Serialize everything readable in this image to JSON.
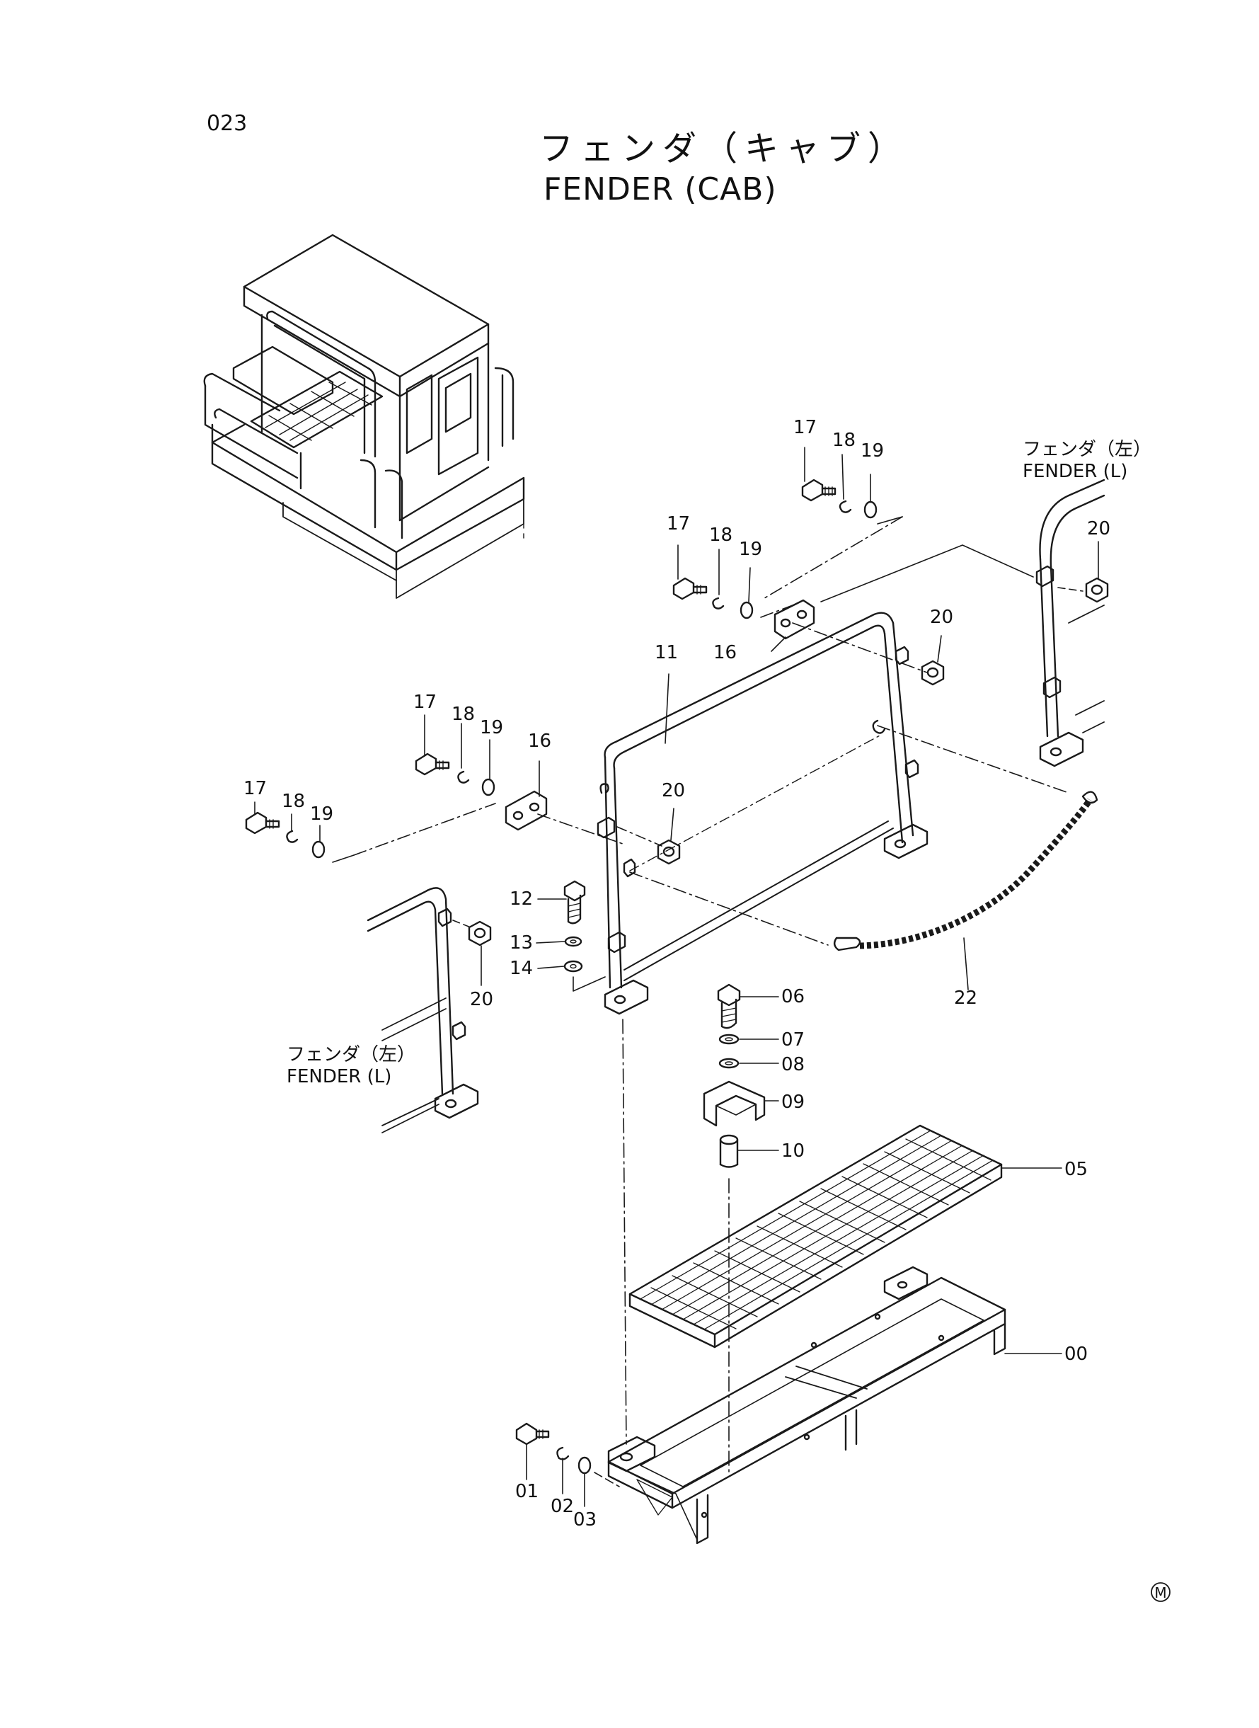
{
  "page_number": "023",
  "title_japanese": "フェンダ（キャブ）",
  "title_english": "FENDER (CAB)",
  "reference_left": {
    "japanese": "フェンダ（左）",
    "english": "FENDER (L)"
  },
  "reference_right": {
    "japanese": "フェンダ（左）",
    "english": "FENDER (L)"
  },
  "maker_mark": "M",
  "part_labels": {
    "p00": "00",
    "p01": "01",
    "p02": "02",
    "p03": "03",
    "p05": "05",
    "p06": "06",
    "p07": "07",
    "p08": "08",
    "p09": "09",
    "p10": "10",
    "p11": "11",
    "p12": "12",
    "p13": "13",
    "p14": "14",
    "p16a": "16",
    "p16b": "16",
    "p17a": "17",
    "p17b": "17",
    "p17c": "17",
    "p17d": "17",
    "p18a": "18",
    "p18b": "18",
    "p18c": "18",
    "p18d": "18",
    "p19a": "19",
    "p19b": "19",
    "p19c": "19",
    "p19d": "19",
    "p20a": "20",
    "p20b": "20",
    "p20c": "20",
    "p20d": "20",
    "p22": "22"
  }
}
